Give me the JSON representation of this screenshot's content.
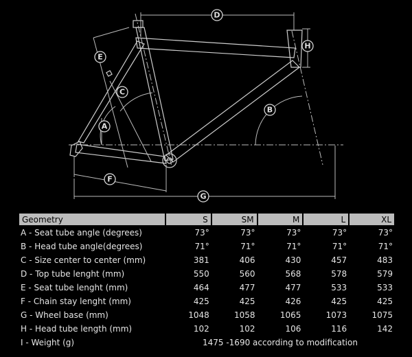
{
  "diagram": {
    "labels": [
      "A",
      "B",
      "C",
      "D",
      "E",
      "F",
      "G",
      "H"
    ]
  },
  "table": {
    "header": {
      "title": "Geometry",
      "sizes": [
        "S",
        "SM",
        "M",
        "L",
        "XL"
      ]
    },
    "rows": [
      {
        "label": "A  -  Seat tube angle (degrees)",
        "values": [
          "73°",
          "73°",
          "73°",
          "73°",
          "73°"
        ]
      },
      {
        "label": "B  -  Head tube angle(degrees)",
        "values": [
          "71°",
          "71°",
          "71°",
          "71°",
          "71°"
        ]
      },
      {
        "label": "C  -  Size center to center (mm)",
        "values": [
          "381",
          "406",
          "430",
          "457",
          "483"
        ]
      },
      {
        "label": "D  -  Top tube lenght (mm)",
        "values": [
          "550",
          "560",
          "568",
          "578",
          "579"
        ]
      },
      {
        "label": "E  -  Seat tube lenght (mm)",
        "values": [
          "464",
          "477",
          "477",
          "533",
          "533"
        ]
      },
      {
        "label": "F  -  Chain stay lenght (mm)",
        "values": [
          "425",
          "425",
          "426",
          "425",
          "425"
        ]
      },
      {
        "label": "G  -  Wheel base (mm)",
        "values": [
          "1048",
          "1058",
          "1065",
          "1073",
          "1075"
        ]
      },
      {
        "label": "H  -  Head tube length  (mm)",
        "values": [
          "102",
          "102",
          "106",
          "116",
          "142"
        ]
      }
    ],
    "weight_row": {
      "label": "I  -   Weight (g)",
      "value": "1475 -1690 according to modification"
    }
  }
}
